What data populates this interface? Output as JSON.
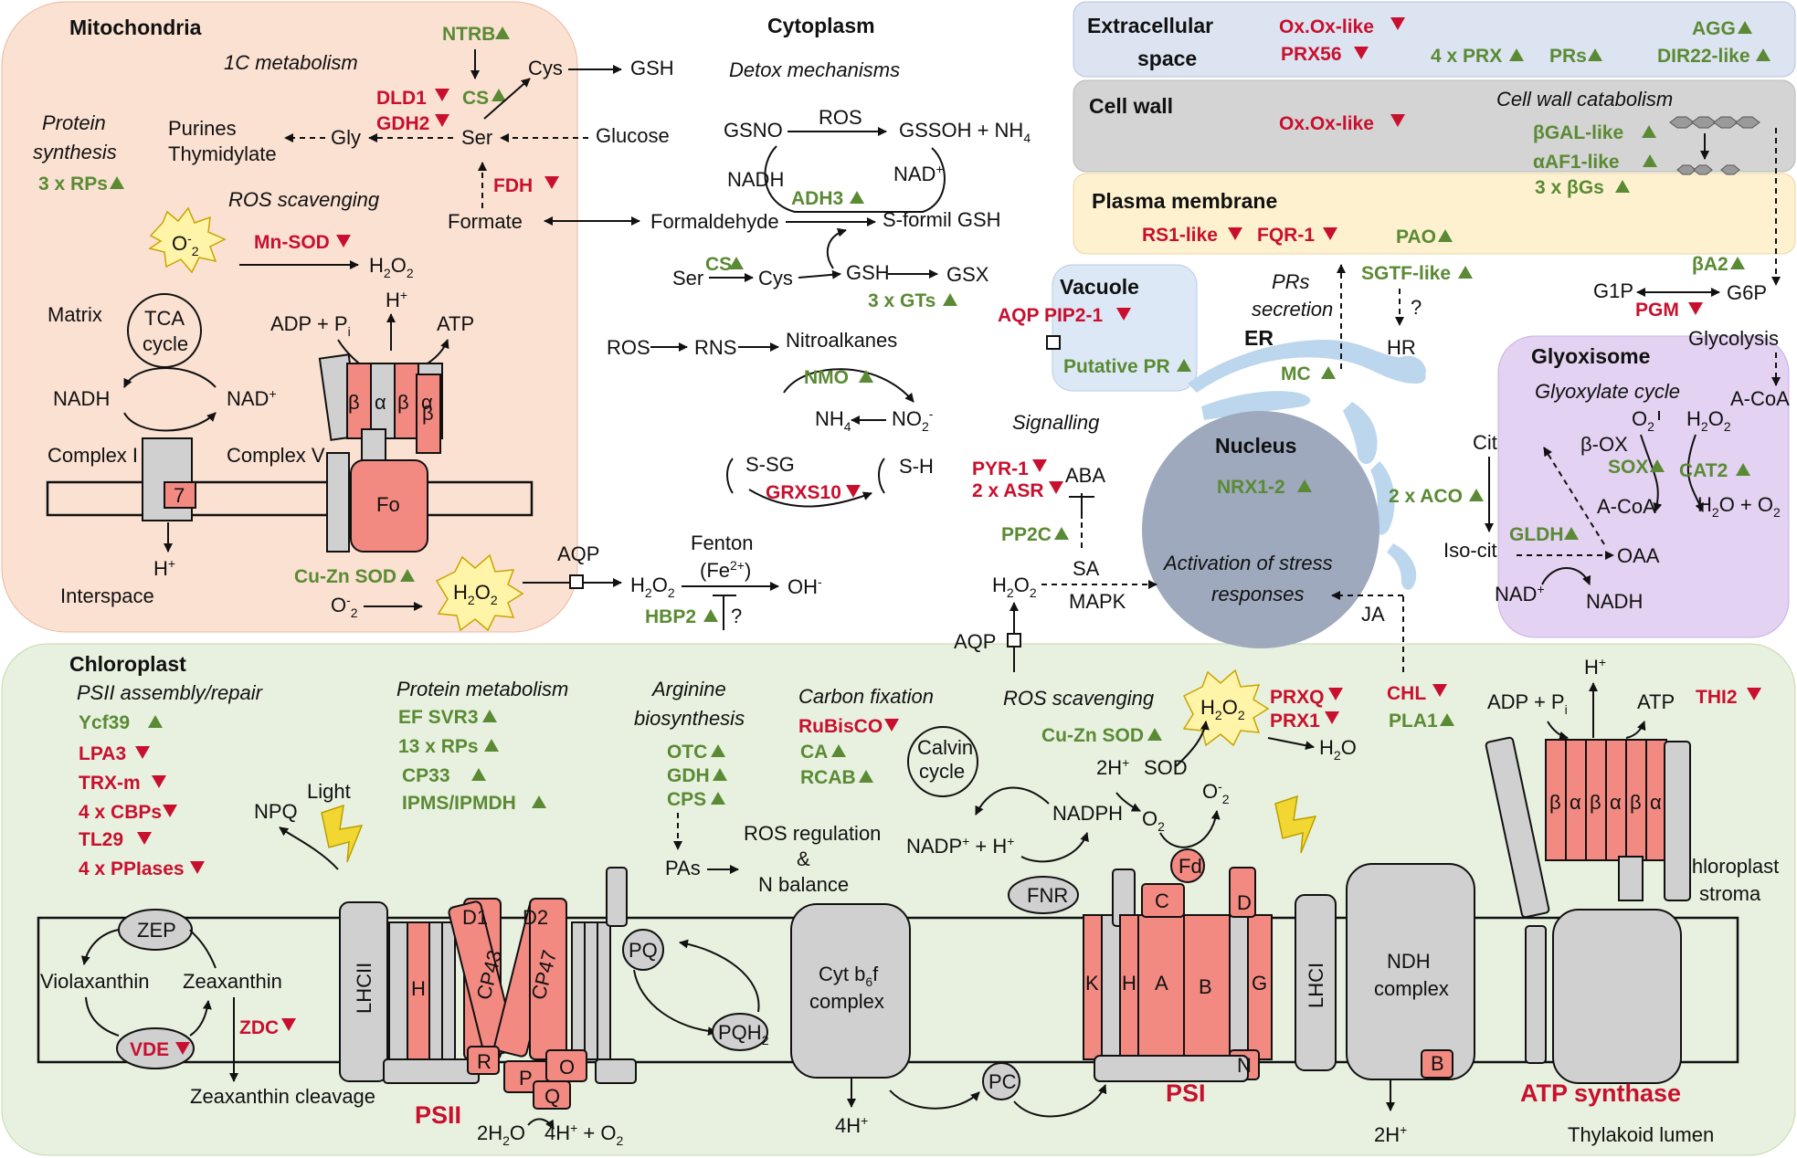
{
  "compartments": {
    "mitochondria": "Mitochondria",
    "cytoplasm": "Cytoplasm",
    "extracellular": "Extracellular space",
    "extracellular_l1": "Extracellular",
    "extracellular_l2": "space",
    "cell_wall": "Cell wall",
    "plasma_membrane": "Plasma membrane",
    "vacuole": "Vacuole",
    "er": "ER",
    "nucleus": "Nucleus",
    "glyoxisome": "Glyoxisome",
    "chloroplast": "Chloroplast",
    "chloroplast_stroma_l1": "Chloroplast",
    "chloroplast_stroma_l2": "stroma",
    "thylakoid_lumen": "Thylakoid lumen"
  },
  "mito": {
    "one_c": "1C metabolism",
    "ntrb": "NTRB",
    "cys": "Cys",
    "gsh": "GSH",
    "dld1": "DLD1",
    "cs": "CS",
    "gdh2": "GDH2",
    "purines": "Purines",
    "thymidylate": "Thymidylate",
    "gly": "Gly",
    "ser": "Ser",
    "glucose": "Glucose",
    "prot_syn_l1": "Protein",
    "prot_syn_l2": "synthesis",
    "rps": "3 x RPs",
    "fdh": "FDH",
    "formate": "Formate",
    "ros_scav": "ROS scavenging",
    "o2": "O",
    "mnsod": "Mn-SOD",
    "h2o2": "H",
    "matrix": "Matrix",
    "tca_l1": "TCA",
    "tca_l2": "cycle",
    "nadh": "NADH",
    "nad": "NAD",
    "adp": "ADP + P",
    "hplus": "H",
    "atp": "ATP",
    "complex1": "Complex I",
    "complex5": "Complex V",
    "seven": "7",
    "fo": "Fo",
    "beta": "β",
    "alpha": "α",
    "interspace": "Interspace",
    "cuzn": "Cu-Zn SOD",
    "o2minus": "O"
  },
  "cyto": {
    "detox": "Detox mechanisms",
    "gsno": "GSNO",
    "ros": "ROS",
    "gssoh": "GSSOH + NH",
    "nadh": "NADH",
    "nad": "NAD",
    "adh3": "ADH3",
    "formaldehyde": "Formaldehyde",
    "sformil": "S-formil GSH",
    "cs": "CS",
    "ser": "Ser",
    "cys": "Cys",
    "gsh": "GSH",
    "gsx": "GSX",
    "gts": "3 x GTs",
    "rns": "RNS",
    "nitroalkanes": "Nitroalkanes",
    "nmo": "NMO",
    "nh4": "NH",
    "no2": "NO",
    "ssg": "S-SG",
    "sh": "S-H",
    "grxs10": "GRXS10",
    "fenton": "Fenton",
    "fe": "(Fe",
    "aqp": "AQP",
    "h2o2": "H",
    "oh": "OH",
    "hbp2": "HBP2",
    "q": "?"
  },
  "extra": {
    "oxox": "Ox.Ox-like",
    "prx56": "PRX56",
    "prx4": "4 x PRX",
    "prs": "PRs",
    "agg": "AGG",
    "dir22": "DIR22-like"
  },
  "wall": {
    "oxox": "Ox.Ox-like",
    "catab": "Cell wall catabolism",
    "bgal": "βGAL-like",
    "aaf1": "αAF1-like",
    "bgs": "3 x βGs"
  },
  "pm": {
    "rs1": "RS1-like",
    "fqr1": "FQR-1",
    "pao": "PAO",
    "sgtf": "SGTF-like",
    "q": "?",
    "hr": "HR"
  },
  "vac": {
    "aqp": "AQP PIP2-1",
    "putative": "Putative PR"
  },
  "er": {
    "prs_l1": "PRs",
    "prs_l2": "secretion",
    "mc": "MC"
  },
  "right": {
    "ba2": "βA2",
    "g1p": "G1P",
    "g6p": "G6P",
    "pgm": "PGM",
    "glycolysis": "Glycolysis",
    "acoa": "A-CoA"
  },
  "sig": {
    "signalling": "Signalling",
    "pyr1": "PYR-1",
    "asr": "2 x ASR",
    "aba": "ABA",
    "pp2c": "PP2C",
    "sa": "SA",
    "h2o2": "H",
    "mapk": "MAPK",
    "aqp": "AQP",
    "ja": "JA"
  },
  "nucleus": {
    "nrx": "NRX1-2",
    "act_l1": "Activation of stress",
    "act_l2": "responses"
  },
  "glyox": {
    "cycle": "Glyoxylate cycle",
    "o2": "O",
    "h2o2": "H",
    "box": "β-OX",
    "sox": "SOX",
    "cat2": "CAT2",
    "acoa": "A-CoA",
    "h2o_o2": "H",
    "cit": "Cit",
    "aco": "2 x ACO",
    "gldh": "GLDH",
    "isocit": "Iso-cit",
    "oaa": "OAA",
    "nad": "NAD",
    "nadh": "NADH"
  },
  "chloro": {
    "psii_asm": "PSII assembly/repair",
    "ycf39": "Ycf39",
    "lpa3": "LPA3",
    "trxm": "TRX-m",
    "cbps": "4 x CBPs",
    "tl29": "TL29",
    "ppiases": "4 x PPIases",
    "prot_met": "Protein metabolism",
    "efsvr3": "EF SVR3",
    "rps13": "13 x RPs",
    "cp33": "CP33",
    "ipms": "IPMS/IPMDH",
    "arg_l1": "Arginine",
    "arg_l2": "biosynthesis",
    "otc": "OTC",
    "gdh": "GDH",
    "cps": "CPS",
    "carbon": "Carbon fixation",
    "rubisco": "RuBisCO",
    "ca": "CA",
    "rcab": "RCAB",
    "calvin_l1": "Calvin",
    "calvin_l2": "cycle",
    "pas": "PAs",
    "rosreg_l1": "ROS regulation",
    "rosreg_l2": "&",
    "rosreg_l3": "N balance",
    "ros_scav": "ROS scavenging",
    "cuzn": "Cu-Zn SOD",
    "prxq": "PRXQ",
    "prx1": "PRX1",
    "h2o": "H",
    "h2o2": "H",
    "twoh": "2H",
    "sod": "SOD",
    "o2m": "O",
    "o2": "O",
    "nadph": "NADPH",
    "nadp": "NADP",
    "fnr": "FNR",
    "fd": "Fd",
    "chl": "CHL",
    "pla1": "PLA1",
    "thi2": "THI2",
    "adp": "ADP + P",
    "hplus": "H",
    "atp": "ATP",
    "npq": "NPQ",
    "light": "Light",
    "zep": "ZEP",
    "violax": "Violaxanthin",
    "zeax": "Zeaxanthin",
    "vde": "VDE",
    "zdc": "ZDC",
    "zcleave": "Zeaxanthin cleavage",
    "lhcii": "LHCII",
    "h": "H",
    "d1": "D1",
    "d2": "D2",
    "cp43": "CP43",
    "cp47": "CP47",
    "r": "R",
    "p": "P",
    "o": "O",
    "qq": "Q",
    "pq": "PQ",
    "pqh2": "PQH",
    "psii": "PSII",
    "water": "2H",
    "water2": "4H",
    "cyt_l1": "Cyt b",
    "cyt_l2": "complex",
    "h4": "4H",
    "pc": "PC",
    "k": "K",
    "a": "A",
    "b": "B",
    "c": "C",
    "d": "D",
    "n": "N",
    "g": "G",
    "lhci": "LHCI",
    "psi": "PSI",
    "ndh_l1": "NDH",
    "ndh_l2": "complex",
    "ndh_b": "B",
    "h2": "2H",
    "atpsynth": "ATP synthase"
  },
  "colors": {
    "mito_bg": "#fbe1d2",
    "extra_bg": "#dce4f2",
    "wall_bg": "#d4d4d4",
    "pm_bg": "#fdf1cf",
    "vacuole_bg": "#dde8f6",
    "er": "#bcd6ee",
    "nucleus": "#9ea9bd",
    "glyox_bg": "#e3d2f1",
    "chloro_bg": "#e8f1df",
    "red_protein": "#f28a82",
    "grey_protein": "#d0d0d0",
    "up_green": "#5a8a34",
    "down_red": "#c8102e",
    "burst": "#fff4a8"
  },
  "icons": [
    "up-triangle-icon",
    "down-triangle-icon",
    "ros-burst-icon",
    "lightning-icon"
  ]
}
